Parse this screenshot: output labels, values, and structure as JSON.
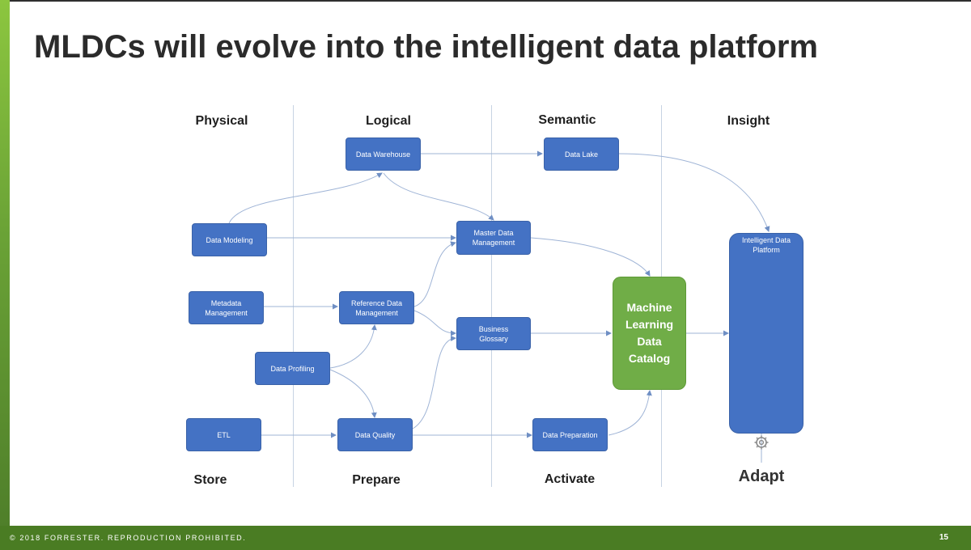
{
  "slide": {
    "title": "MLDCs will evolve into the intelligent data platform",
    "footer_copyright": "© 2018 FORRESTER. REPRODUCTION PROHIBITED.",
    "page_number": "15"
  },
  "diagram": {
    "stages": {
      "physical": "Physical",
      "logical": "Logical",
      "semantic": "Semantic",
      "insight": "Insight"
    },
    "phases": {
      "store": "Store",
      "prepare": "Prepare",
      "activate": "Activate",
      "adapt": "Adapt"
    },
    "nodes": {
      "data_warehouse": "Data Warehouse",
      "data_lake": "Data Lake",
      "data_modeling": "Data Modeling",
      "master_data_management": "Master Data\nManagement",
      "metadata_management": "Metadata\nManagement",
      "reference_data_management": "Reference Data\nManagement",
      "business_glossary": "Business\nGlossary",
      "data_profiling": "Data Profiling",
      "etl": "ETL",
      "data_quality": "Data Quality",
      "data_preparation": "Data Preparation",
      "mldc": "Machine\nLearning\nData\nCatalog",
      "intelligent_data_platform": "Intelligent Data\nPlatform"
    },
    "colors": {
      "node": "#4472c4",
      "mldc": "#70ad47",
      "connector": "#9fb4d6",
      "footer": "#4a7c23"
    },
    "icons": [
      "gear-icon"
    ]
  }
}
